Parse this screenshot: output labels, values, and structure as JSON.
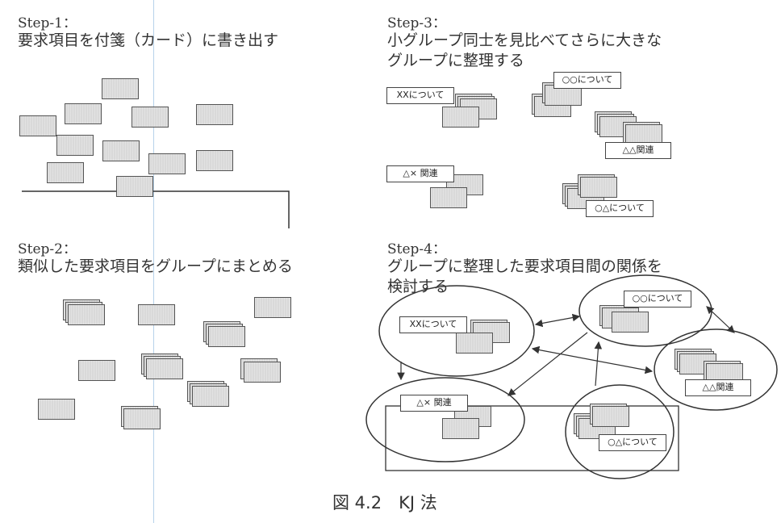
{
  "steps": [
    {
      "title": "Step-1：",
      "desc": "要求項目を付箋（カード）に書き出す"
    },
    {
      "title": "Step-2：",
      "desc": "類似した要求項目をグループにまとめる"
    },
    {
      "title": "Step-3：",
      "desc": "小グループ同士を見比べてさらに大きな\nグループに整理する"
    },
    {
      "title": "Step-4：",
      "desc": "グループに整理した要求項目間の関係を\n検討する"
    }
  ],
  "groups": {
    "xx": "XXについて",
    "oo": "○○について",
    "tt": "△△関連",
    "tx": "△× 関連",
    "ot": "○△について"
  },
  "caption": "図 4.2　KJ 法"
}
